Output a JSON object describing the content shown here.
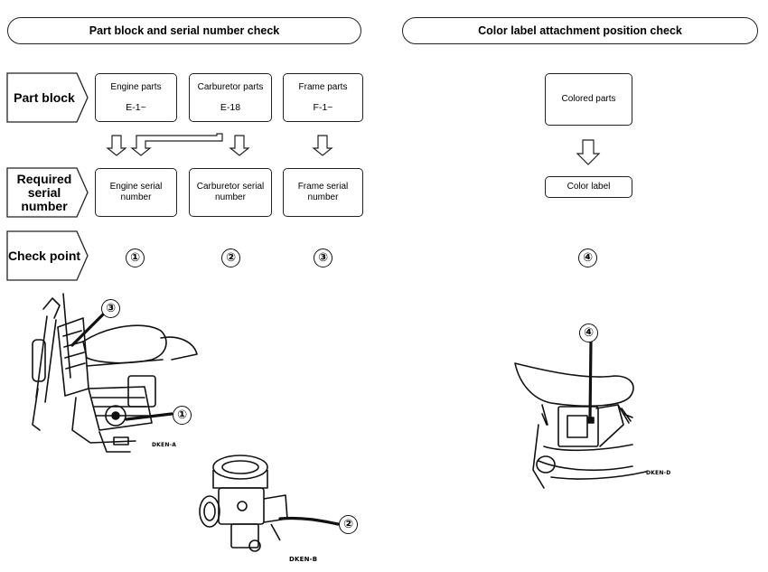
{
  "headers": {
    "left": "Part block and serial number check",
    "right": "Color label attachment position check"
  },
  "row_labels": {
    "part_block": "Part block",
    "required_serial": "Required serial number",
    "check_point": "Check point"
  },
  "part_blocks": [
    {
      "name": "Engine parts",
      "code": "E-1~"
    },
    {
      "name": "Carburetor parts",
      "code": "E-18"
    },
    {
      "name": "Frame parts",
      "code": "F-1~"
    }
  ],
  "serial_numbers": [
    "Engine serial number",
    "Carburetor serial number",
    "Frame serial number"
  ],
  "colored_parts": "Colored parts",
  "color_label": "Color label",
  "check_points": [
    "①",
    "②",
    "③",
    "④"
  ],
  "figure_captions": {
    "a": "DKEN-A",
    "b": "DKEN-B",
    "d": "DKEN-D"
  }
}
